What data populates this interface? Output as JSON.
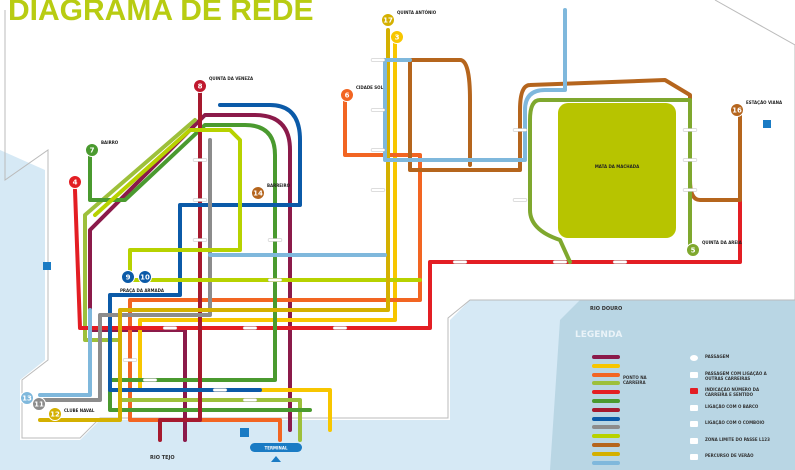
{
  "title": "DIAGRAMA DE REDE",
  "water_labels": {
    "south": "RIO TEJO",
    "east": "RIO DOURO"
  },
  "park_label": "MATA DA MACHADA",
  "terminals": [
    {
      "number": "8",
      "label": "QUINTA DA VENEZA",
      "color": "#c0182e"
    },
    {
      "number": "17",
      "label": "QUINTA ANTÓNIO",
      "color": "#d4b000"
    },
    {
      "number": "3",
      "label": "",
      "color": "#f7c600"
    },
    {
      "number": "6",
      "label": "CIDADE SOL",
      "color": "#f26522"
    },
    {
      "number": "16",
      "label": "ESTAÇÃO VIANA",
      "color": "#b5651d"
    },
    {
      "number": "4",
      "label": "",
      "color": "#e31e24"
    },
    {
      "number": "5",
      "label": "QUINTA DA AREIA",
      "color": "#7fa82e"
    },
    {
      "number": "7",
      "label": "BAIRRO",
      "color": "#4a9a2f"
    },
    {
      "number": "9",
      "label": "PRAÇA DA ARMADA",
      "color": "#0b5aa8"
    },
    {
      "number": "10",
      "label": "",
      "color": "#0b5aa8"
    },
    {
      "number": "13",
      "label": "",
      "color": "#7fb8dc"
    },
    {
      "number": "11",
      "label": "",
      "color": "#8c8c8c"
    },
    {
      "number": "12",
      "label": "CLUBE NAVAL",
      "color": "#d4b000"
    },
    {
      "number": "14",
      "label": "BARREIRO",
      "color": "#b5651d"
    }
  ],
  "station_bottom": "TERMINAL",
  "legend": {
    "title": "LEGENDA",
    "line_swatch_label": "PONTO NA CARREIRA",
    "line_colors": [
      "#8b1a4a",
      "#f7c600",
      "#f26522",
      "#9dc03b",
      "#e31e24",
      "#4a9a2f",
      "#a6192e",
      "#0b5aa8",
      "#8c8c8c",
      "#b7d200",
      "#b5651d",
      "#d4b000",
      "#7fb8dc"
    ],
    "items": [
      {
        "icon": "stop-icon",
        "label": "PASSAGEM"
      },
      {
        "icon": "transfer-bar-icon",
        "label": "PASSAGEM COM LIGAÇÃO A OUTRAS CARREIRAS"
      },
      {
        "icon": "route-number-icon",
        "label": "INDICAÇÃO NÚMERO DA CARREIRA E SENTIDO"
      },
      {
        "icon": "boat-icon",
        "label": "LIGAÇÃO COM O BARCO"
      },
      {
        "icon": "train-icon",
        "label": "LIGAÇÃO COM O COMBOIO"
      },
      {
        "icon": "zone-limit-icon",
        "label": "ZONA LIMITE DO PASSE L123"
      },
      {
        "icon": "summer-route-icon",
        "label": "PERCURSO DE VERÃO"
      }
    ]
  }
}
